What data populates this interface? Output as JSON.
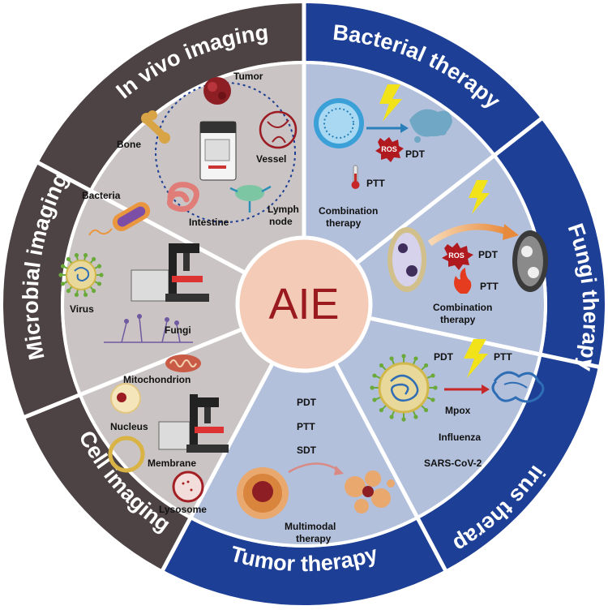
{
  "center": {
    "label": "AIE"
  },
  "outer_ring": {
    "in_vivo": "In vivo imaging",
    "bacterial": "Bacterial therapy",
    "fungi": "Fungi therapy",
    "virus": "Virus therapy",
    "tumor": "Tumor therapy",
    "cell": "Cell imaging",
    "microbial": "Microbial imaging"
  },
  "in_vivo_panel": {
    "tumor": "Tumor",
    "bone": "Bone",
    "vessel": "Vessel",
    "intestine": "Intestine",
    "lymph_line1": "Lymph",
    "lymph_line2": "node"
  },
  "bacterial_panel": {
    "ros": "ROS",
    "pdt": "PDT",
    "ptt": "PTT",
    "combo_line1": "Combination",
    "combo_line2": "therapy"
  },
  "fungi_panel": {
    "ros": "ROS",
    "pdt": "PDT",
    "ptt": "PTT",
    "combo_line1": "Combination",
    "combo_line2": "therapy"
  },
  "virus_panel": {
    "pdt": "PDT",
    "ptt": "PTT",
    "mpox": "Mpox",
    "influenza": "Influenza",
    "sars": "SARS-CoV-2"
  },
  "tumor_panel": {
    "pdt": "PDT",
    "ptt": "PTT",
    "sdt": "SDT",
    "multi_line1": "Multimodal",
    "multi_line2": "therapy"
  },
  "cell_panel": {
    "mitochondrion": "Mitochondrion",
    "nucleus": "Nucleus",
    "membrane": "Membrane",
    "lysosome": "Lysosome"
  },
  "microbial_panel": {
    "bacteria": "Bacteria",
    "virus": "Virus",
    "fungi": "Fungi"
  },
  "colors": {
    "dark_ring": "#4d4344",
    "blue_ring": "#1d3f95",
    "imaging_panel": "#cac4c4",
    "therapy_panel": "#b2c0dc",
    "center_fill": "#f3cbb6",
    "center_text": "#9a1a20"
  }
}
